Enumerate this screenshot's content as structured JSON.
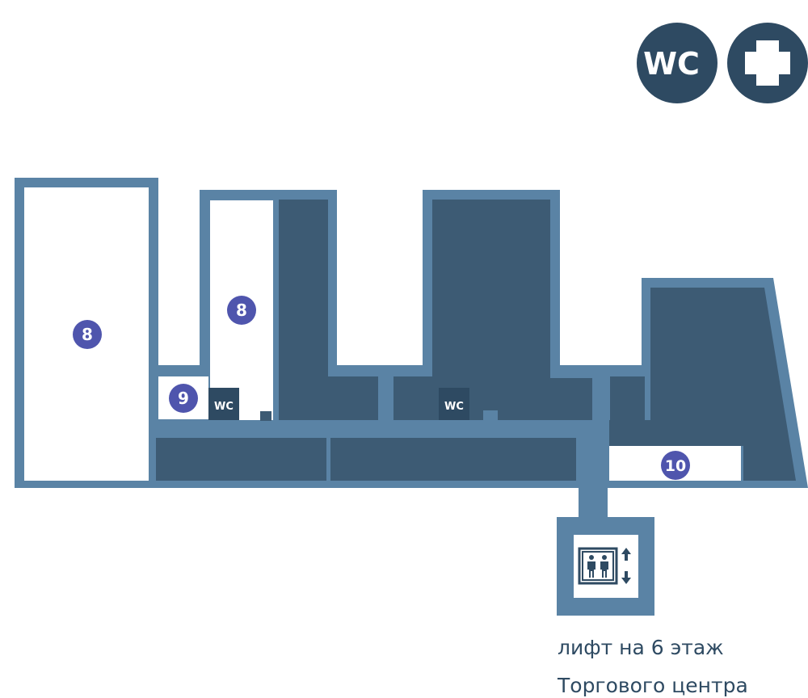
{
  "colors": {
    "wall": "#5a83a5",
    "room_dark": "#3d5b74",
    "badge": "#4f55ad",
    "icon_circle": "#2e4a62",
    "floor": "#ffffff"
  },
  "legend": {
    "wc_label": "WC",
    "first_aid_icon": "cross-icon"
  },
  "zones": {
    "left_hall": "8",
    "middle_hall": "8",
    "small_shop": "9",
    "right_shop": "10"
  },
  "restrooms": {
    "west": "WC",
    "central": "WC"
  },
  "elevator": {
    "icon": "elevator-icon",
    "caption_line1": "лифт на 6 этаж",
    "caption_line2": "Торгового центра"
  }
}
